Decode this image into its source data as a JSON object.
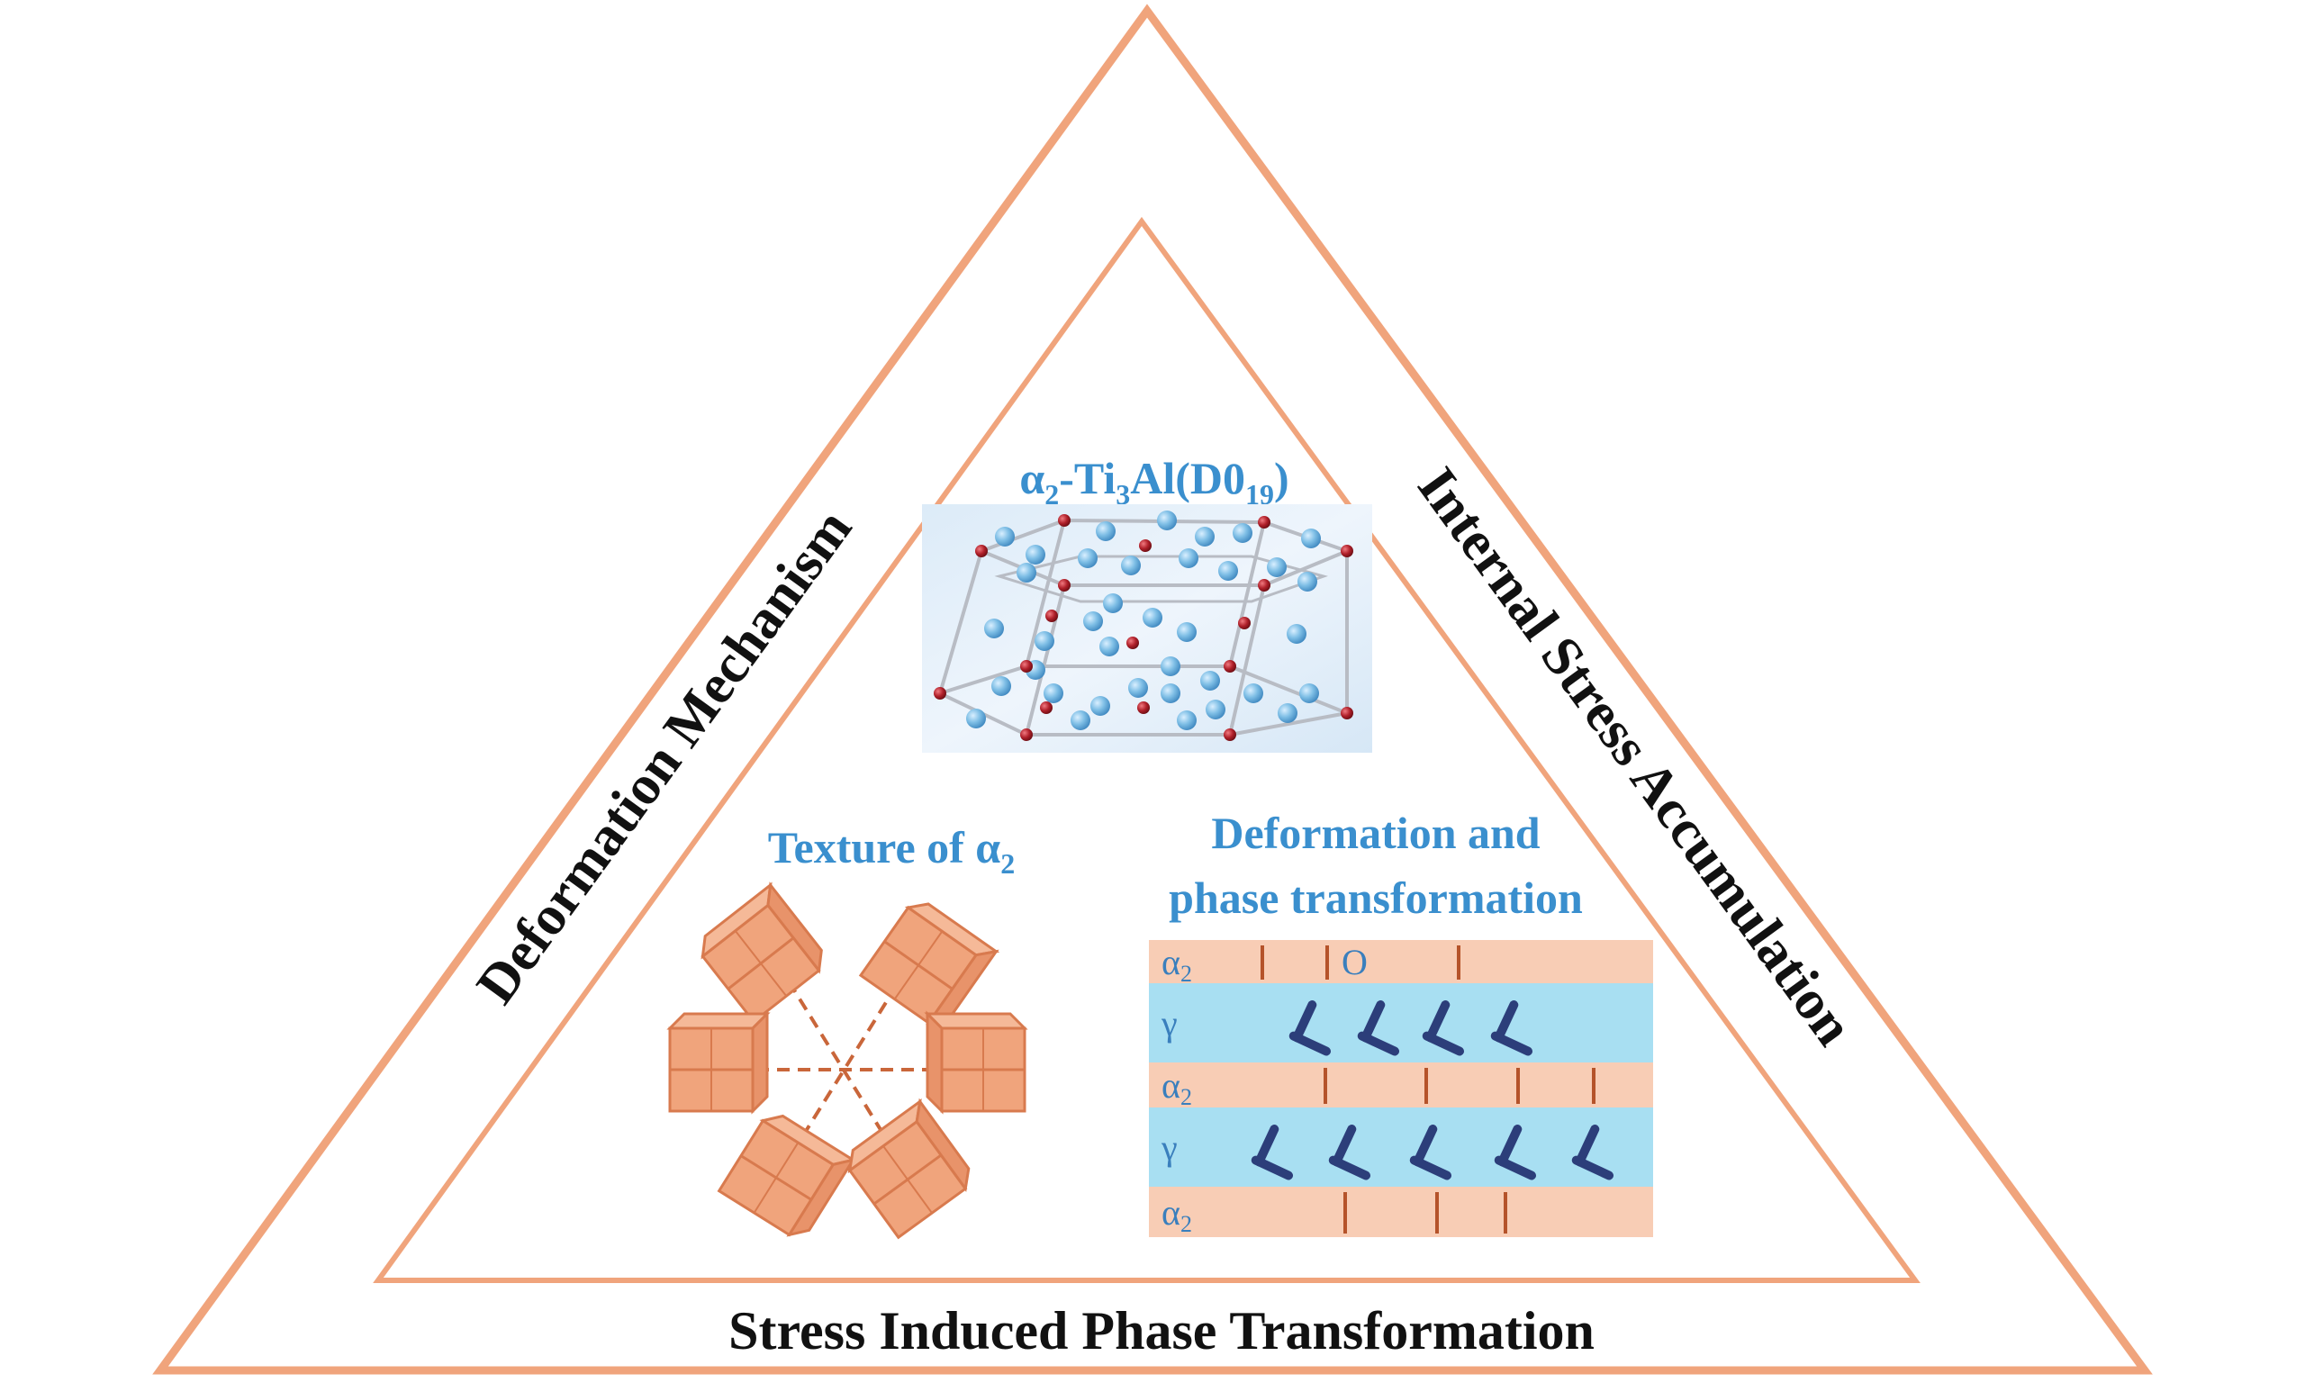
{
  "labels": {
    "left_side": "Deformation Mechanism",
    "right_side": "Internal Stress Accumulation",
    "bottom_side": "Stress Induced Phase Transformation"
  },
  "crystal": {
    "title_base": "α",
    "title_sub1": "2",
    "title_mid": "-Ti",
    "title_sub2": "3",
    "title_mid2": "Al(D0",
    "title_sub3": "19",
    "title_end": ")"
  },
  "texture": {
    "title_base": "Texture of α",
    "title_sub": "2"
  },
  "deformation": {
    "title_line1": "Deformation and",
    "title_line2": "phase transformation",
    "layers": [
      {
        "phase_base": "α",
        "phase_sub": "2",
        "marker": "O"
      },
      {
        "phase_base": "γ",
        "phase_sub": "",
        "marker": ""
      },
      {
        "phase_base": "α",
        "phase_sub": "2",
        "marker": ""
      },
      {
        "phase_base": "γ",
        "phase_sub": "",
        "marker": ""
      },
      {
        "phase_base": "α",
        "phase_sub": "2",
        "marker": ""
      }
    ]
  },
  "colors": {
    "triangle_stroke": "#f0a47c",
    "alpha2_layer": "#f8cdb5",
    "gamma_layer": "#a8dff2",
    "dislocation": "#2c3e7a",
    "cube_face": "#f0a47c",
    "ti_atom": "#7fbfe6",
    "al_atom": "#b0202a"
  }
}
